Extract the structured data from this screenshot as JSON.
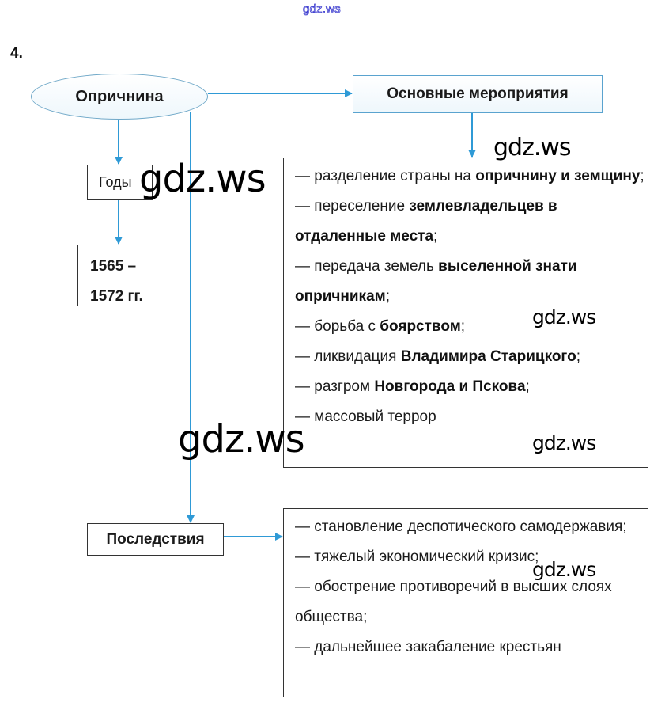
{
  "watermark_top": "gdz.ws",
  "task_number": "4.",
  "nodes": {
    "root": "Опричнина",
    "measures_header": "Основные мероприятия",
    "years_label": "Годы",
    "years_value": [
      "1565 –",
      "1572 гг."
    ],
    "effects_label": "Последствия"
  },
  "measures": [
    [
      {
        "t": "— разделение страны на ",
        "b": false
      },
      {
        "t": "опричнину и земщину",
        "b": true
      },
      {
        "t": ";",
        "b": false
      }
    ],
    [
      {
        "t": "— переселение ",
        "b": false
      },
      {
        "t": "землевладельцев в отдаленные места",
        "b": true
      },
      {
        "t": ";",
        "b": false
      }
    ],
    [
      {
        "t": "— передача земель ",
        "b": false
      },
      {
        "t": "выселенной знати опричникам",
        "b": true
      },
      {
        "t": ";",
        "b": false
      }
    ],
    [
      {
        "t": "— борьба с ",
        "b": false
      },
      {
        "t": "боярством",
        "b": true
      },
      {
        "t": ";",
        "b": false
      }
    ],
    [
      {
        "t": "— ликвидация ",
        "b": false
      },
      {
        "t": "Владимира Старицкого",
        "b": true
      },
      {
        "t": ";",
        "b": false
      }
    ],
    [
      {
        "t": "— разгром ",
        "b": false
      },
      {
        "t": "Новгорода и Пскова",
        "b": true
      },
      {
        "t": ";",
        "b": false
      }
    ],
    [
      {
        "t": "— массовый террор",
        "b": false
      }
    ]
  ],
  "effects": [
    "— становление деспотического самодержавия;",
    "— тяжелый экономический кризис;",
    "— обострение противоречий в высших слоях общества;",
    "— дальнейшее закабаление крестьян"
  ],
  "watermarks": [
    "gdz.ws",
    "gdz.ws",
    "gdz.ws",
    "gdz.ws",
    "gdz.ws",
    "gdz.ws"
  ],
  "colors": {
    "connector": "#2f9ad6",
    "ellipse_border": "#6fa8c8",
    "box_border": "#333333"
  }
}
